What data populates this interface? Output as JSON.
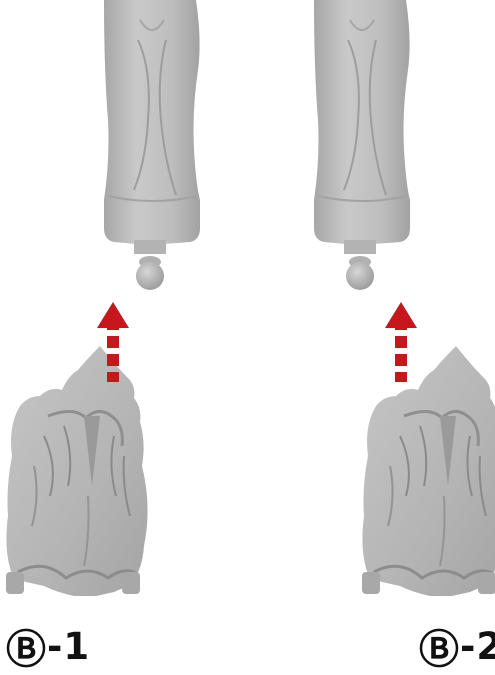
{
  "labels": {
    "left": {
      "circle": "Ⓑ",
      "suffix": "-1"
    },
    "right": {
      "circle": "Ⓑ",
      "suffix": "-2"
    }
  },
  "colors": {
    "part_fill": "#bdbdbd",
    "part_light": "#d2d2d2",
    "part_shadow": "#9c9c9c",
    "part_dark": "#7f7f7f",
    "arrow": "#c8161d"
  },
  "icons": {
    "leg": "forearm-with-ball-joint",
    "armor": "draped-armor-piece",
    "arrow": "dashed-up-arrow"
  }
}
